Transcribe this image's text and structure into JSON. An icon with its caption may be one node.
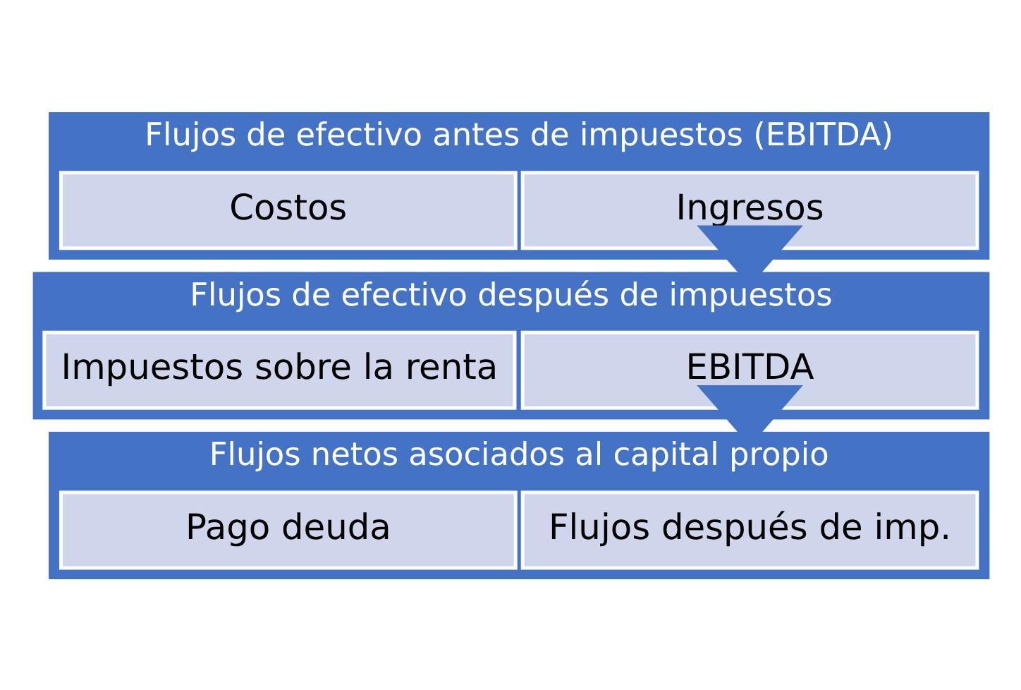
{
  "diagram": {
    "nodes": [
      {
        "text": [
          "Flujos de efectivo antes de impuestos (EBITDA)"
        ]
      },
      {
        "text": [
          "Ingresos"
        ],
        "in": 0
      },
      {
        "text": [
          "Costos"
        ],
        "in": 0
      },
      {
        "text": [
          "Flujos de efectivo después de impuestos"
        ]
      },
      {
        "text": [
          "EBITDA"
        ],
        "in": 3
      },
      {
        "text": [
          "Impuestos sobre la renta"
        ],
        "in": 3
      },
      {
        "text": [
          "Flujos netos asociados al capital propio"
        ]
      },
      {
        "text": [
          "Flujos después de imp."
        ],
        "in": 6
      },
      {
        "text": [
          "Pago deuda"
        ],
        "in": 6
      }
    ],
    "edges": [
      {
        "from": 0,
        "to": 3,
        "arrow": "to"
      },
      {
        "from": 3,
        "to": 6,
        "arrow": "to"
      }
    ]
  }
}
